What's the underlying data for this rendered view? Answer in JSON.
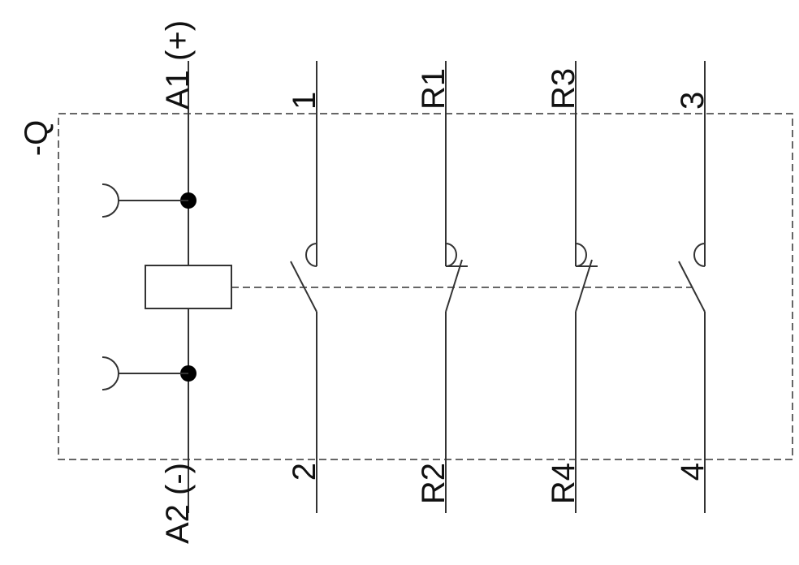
{
  "device_label": "-Q",
  "coil": {
    "top_terminal": "A1 (+)",
    "bottom_terminal": "A2 (-)"
  },
  "contacts": [
    {
      "type": "NO",
      "top": "1",
      "bottom": "2"
    },
    {
      "type": "NC",
      "top": "R1",
      "bottom": "R2"
    },
    {
      "type": "NC",
      "top": "R3",
      "bottom": "R4"
    },
    {
      "type": "NO",
      "top": "3",
      "bottom": "4"
    }
  ]
}
